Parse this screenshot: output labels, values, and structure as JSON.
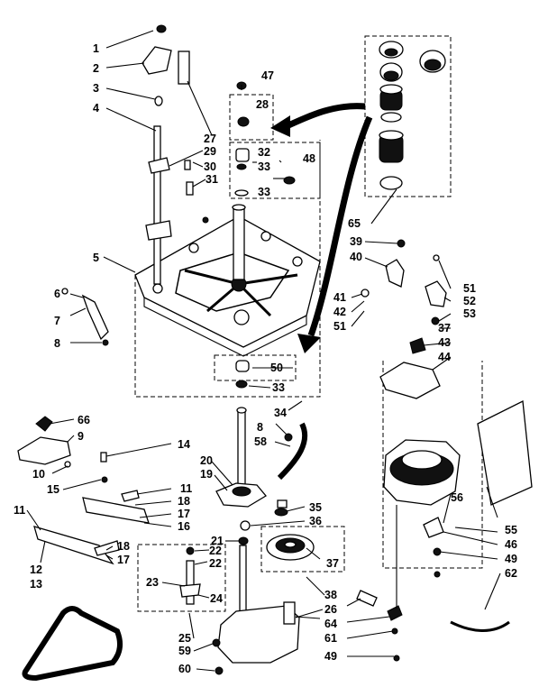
{
  "diagram": {
    "labels": [
      {
        "id": "1",
        "text": "1"
      },
      {
        "id": "2",
        "text": "2"
      },
      {
        "id": "3",
        "text": "3"
      },
      {
        "id": "4",
        "text": "4"
      },
      {
        "id": "5",
        "text": "5"
      },
      {
        "id": "6",
        "text": "6"
      },
      {
        "id": "7",
        "text": "7"
      },
      {
        "id": "8a",
        "text": "8"
      },
      {
        "id": "8b",
        "text": "8"
      },
      {
        "id": "9",
        "text": "9"
      },
      {
        "id": "10",
        "text": "10"
      },
      {
        "id": "11a",
        "text": "11"
      },
      {
        "id": "11b",
        "text": "11"
      },
      {
        "id": "12",
        "text": "12"
      },
      {
        "id": "13",
        "text": "13"
      },
      {
        "id": "14",
        "text": "14"
      },
      {
        "id": "15",
        "text": "15"
      },
      {
        "id": "16",
        "text": "16"
      },
      {
        "id": "17a",
        "text": "17"
      },
      {
        "id": "17b",
        "text": "17"
      },
      {
        "id": "18a",
        "text": "18"
      },
      {
        "id": "18b",
        "text": "18"
      },
      {
        "id": "19",
        "text": "19"
      },
      {
        "id": "20",
        "text": "20"
      },
      {
        "id": "21",
        "text": "21"
      },
      {
        "id": "22a",
        "text": "22"
      },
      {
        "id": "22b",
        "text": "22"
      },
      {
        "id": "23",
        "text": "23"
      },
      {
        "id": "24",
        "text": "24"
      },
      {
        "id": "25",
        "text": "25"
      },
      {
        "id": "26",
        "text": "26"
      },
      {
        "id": "27",
        "text": "27"
      },
      {
        "id": "28",
        "text": "28"
      },
      {
        "id": "29",
        "text": "29"
      },
      {
        "id": "30",
        "text": "30"
      },
      {
        "id": "31",
        "text": "31"
      },
      {
        "id": "32",
        "text": "32"
      },
      {
        "id": "33a",
        "text": "33"
      },
      {
        "id": "33b",
        "text": "33"
      },
      {
        "id": "33c",
        "text": "33"
      },
      {
        "id": "34",
        "text": "34"
      },
      {
        "id": "35",
        "text": "35"
      },
      {
        "id": "36",
        "text": "36"
      },
      {
        "id": "37a",
        "text": "37"
      },
      {
        "id": "37b",
        "text": "37"
      },
      {
        "id": "38",
        "text": "38"
      },
      {
        "id": "39",
        "text": "39"
      },
      {
        "id": "40",
        "text": "40"
      },
      {
        "id": "41",
        "text": "41"
      },
      {
        "id": "42",
        "text": "42"
      },
      {
        "id": "43",
        "text": "43"
      },
      {
        "id": "44",
        "text": "44"
      },
      {
        "id": "46",
        "text": "46"
      },
      {
        "id": "47",
        "text": "47"
      },
      {
        "id": "48",
        "text": "48"
      },
      {
        "id": "49a",
        "text": "49"
      },
      {
        "id": "49b",
        "text": "49"
      },
      {
        "id": "50",
        "text": "50"
      },
      {
        "id": "51a",
        "text": "51"
      },
      {
        "id": "51b",
        "text": "51"
      },
      {
        "id": "52",
        "text": "52"
      },
      {
        "id": "53",
        "text": "53"
      },
      {
        "id": "55",
        "text": "55"
      },
      {
        "id": "56",
        "text": "56"
      },
      {
        "id": "58",
        "text": "58"
      },
      {
        "id": "59",
        "text": "59"
      },
      {
        "id": "60",
        "text": "60"
      },
      {
        "id": "61",
        "text": "61"
      },
      {
        "id": "62",
        "text": "62"
      },
      {
        "id": "64",
        "text": "64"
      },
      {
        "id": "65",
        "text": "65"
      },
      {
        "id": "66",
        "text": "66"
      }
    ]
  }
}
